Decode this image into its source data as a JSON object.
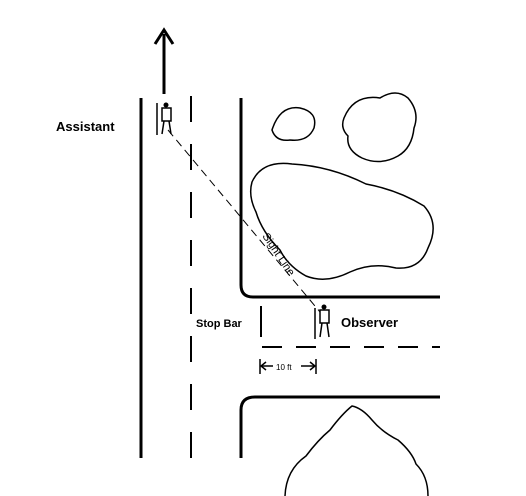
{
  "labels": {
    "assistant": "Assistant",
    "observer": "Observer",
    "stop_bar": "Stop Bar",
    "sight_line": "Sight Line",
    "distance": "10 ft"
  },
  "icons": {
    "direction_arrow": "arrow-up-icon",
    "assistant_figure": "pedestrian-icon",
    "observer_figure": "pedestrian-icon"
  }
}
